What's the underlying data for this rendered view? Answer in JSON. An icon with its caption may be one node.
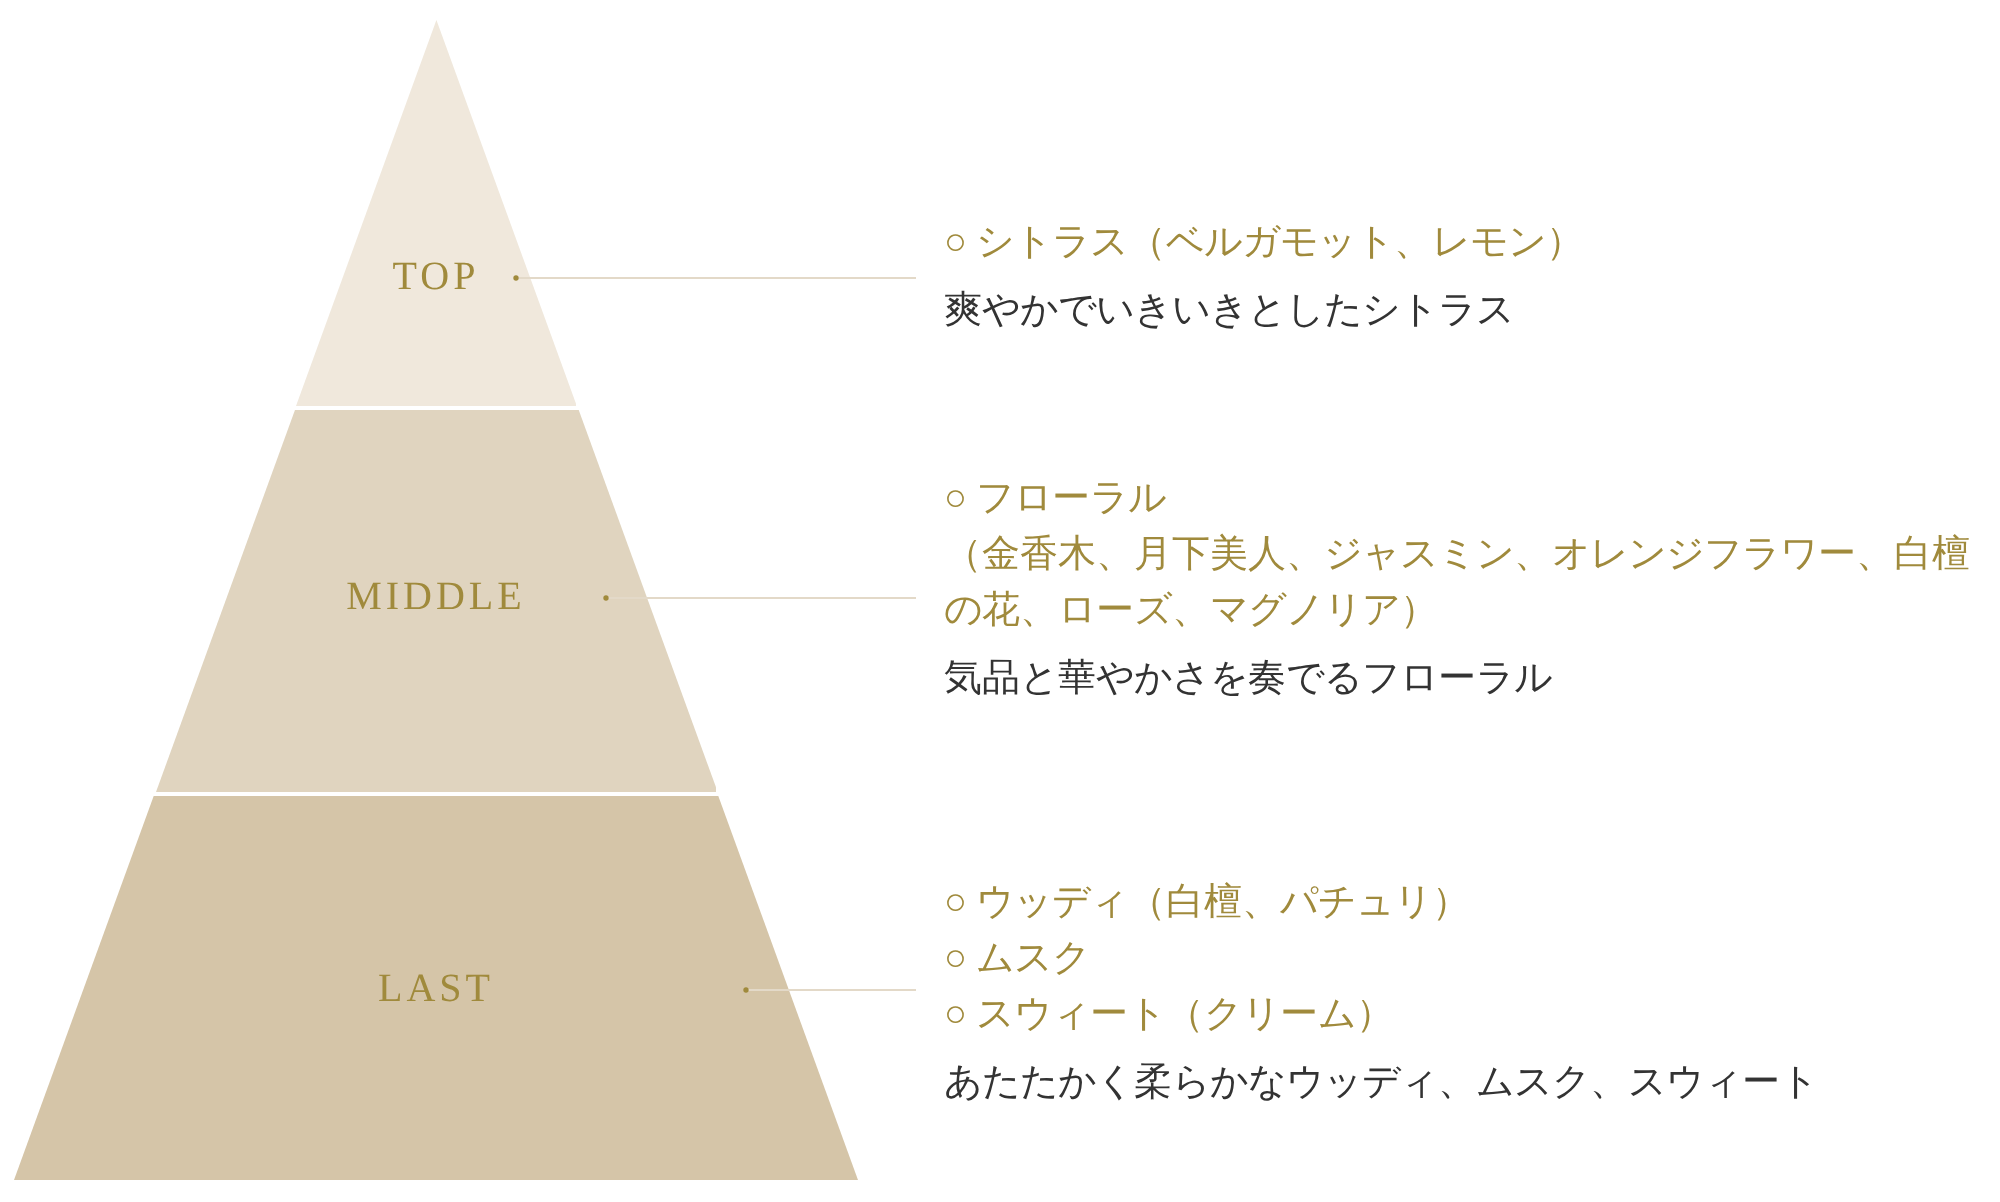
{
  "diagram": {
    "nodes": [
      {
        "text": [
          "TOP"
        ]
      },
      {
        "text": [
          "MIDDLE"
        ]
      },
      {
        "text": [
          "LAST"
        ]
      },
      {
        "text": [
          "○ シトラス（ベルガモット、レモン）",
          "爽やかでいきいきとしたシトラス"
        ]
      },
      {
        "text": [
          "○ フローラル",
          "（金香木、月下美人、ジャスミン、オレンジフラワー、白檀の花、ローズ、マグノリア）",
          "気品と華やかさを奏でるフローラル"
        ]
      },
      {
        "text": [
          "○ ウッディ（白檀、パチュリ）",
          "○ ムスク",
          "○ スウィート（クリーム）",
          "あたたかく柔らかなウッディ、ムスク、スウィート"
        ]
      }
    ],
    "edges": [
      {
        "from": 0,
        "to": 3,
        "arrow": "other"
      },
      {
        "from": 1,
        "to": 4,
        "arrow": "other"
      },
      {
        "from": 2,
        "to": 5,
        "arrow": "other"
      }
    ]
  }
}
